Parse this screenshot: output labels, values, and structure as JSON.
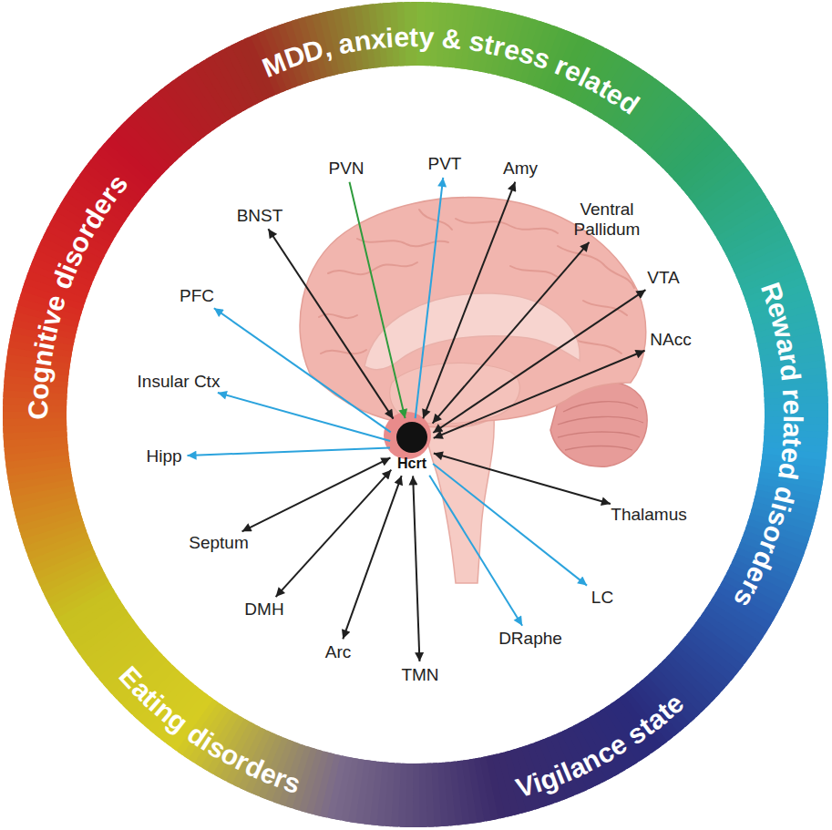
{
  "diagram": {
    "nodes": [
      {
        "text": [
          "Hcrt"
        ]
      },
      {
        "text": [
          "PVN"
        ]
      },
      {
        "text": [
          "PVT"
        ]
      },
      {
        "text": [
          "Amy"
        ]
      },
      {
        "text": [
          "Ventral Pallidum"
        ]
      },
      {
        "text": [
          "VTA"
        ]
      },
      {
        "text": [
          "NAcc"
        ]
      },
      {
        "text": [
          "Thalamus"
        ]
      },
      {
        "text": [
          "LC"
        ]
      },
      {
        "text": [
          "DRaphe"
        ]
      },
      {
        "text": [
          "TMN"
        ]
      },
      {
        "text": [
          "Arc"
        ]
      },
      {
        "text": [
          "DMH"
        ]
      },
      {
        "text": [
          "Septum"
        ]
      },
      {
        "text": [
          "Hipp"
        ]
      },
      {
        "text": [
          "Insular Ctx"
        ]
      },
      {
        "text": [
          "PFC"
        ]
      },
      {
        "text": [
          "BNST"
        ]
      }
    ],
    "edges": [
      {
        "from": 1,
        "to": 0,
        "arrow": "to"
      },
      {
        "from": 0,
        "to": 2,
        "arrow": "to"
      },
      {
        "from": 0,
        "to": 3,
        "arrow": "both"
      },
      {
        "from": 0,
        "to": 4,
        "arrow": "both"
      },
      {
        "from": 0,
        "to": 5,
        "arrow": "both"
      },
      {
        "from": 0,
        "to": 6,
        "arrow": "both"
      },
      {
        "from": 0,
        "to": 7,
        "arrow": "both"
      },
      {
        "from": 0,
        "to": 8,
        "arrow": "to"
      },
      {
        "from": 0,
        "to": 9,
        "arrow": "to"
      },
      {
        "from": 0,
        "to": 10,
        "arrow": "both"
      },
      {
        "from": 0,
        "to": 11,
        "arrow": "both"
      },
      {
        "from": 0,
        "to": 12,
        "arrow": "both"
      },
      {
        "from": 0,
        "to": 13,
        "arrow": "both"
      },
      {
        "from": 0,
        "to": 14,
        "arrow": "to"
      },
      {
        "from": 0,
        "to": 15,
        "arrow": "to"
      },
      {
        "from": 0,
        "to": 16,
        "arrow": "to"
      },
      {
        "from": 0,
        "to": 17,
        "arrow": "both"
      }
    ],
    "labels": [
      "MDD, anxiety & stress related",
      "Reward related disorders",
      "Vigilance state",
      "Eating disorders",
      "Cognitive disorders"
    ]
  }
}
